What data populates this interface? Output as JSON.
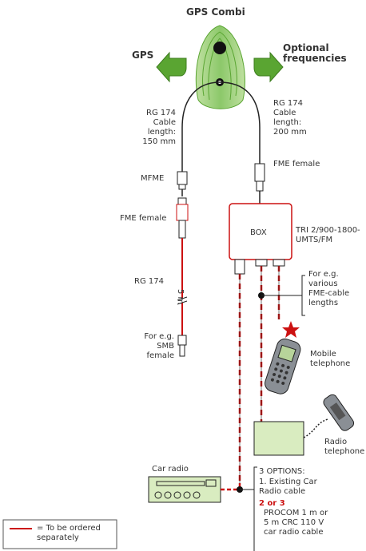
{
  "title": "GPS Combi",
  "arrows": {
    "left": "GPS",
    "right": "Optional\nfrequencies"
  },
  "cable_left": "RG 174\nCable\nlength:\n150 mm",
  "cable_right": "RG 174\nCable\nlength:\n200 mm",
  "connector_mfme": "MFME",
  "fme_female_right": "FME female",
  "fme_female_left": "FME female",
  "rg174_left": "RG 174",
  "cable_length_5m": "5 m",
  "smb_female": "For e.g.\nSMB female",
  "box": "BOX",
  "box_model": "TRI 2/900-1800-\nUMTS/FM",
  "fme_cable_lengths": "For e.g.\nvarious\nFME-cable\nlengths",
  "mobile_telephone": "Mobile\ntelephone",
  "radio_telephone": "Radio\ntelephone",
  "car_radio": "Car radio",
  "options_title": "3 OPTIONS:",
  "option1": "1. Existing Car\n    Radio cable",
  "option23": "2 or 3",
  "option23_text": "PROCOM 1 m or\n5 m CRC 110 V\ncar radio cable",
  "legend": "= To be ordered\nseparately",
  "colors": {
    "green": "#5aa532",
    "red": "#cc1111",
    "box_green": "#d9ecc0",
    "cable": "#222222"
  }
}
